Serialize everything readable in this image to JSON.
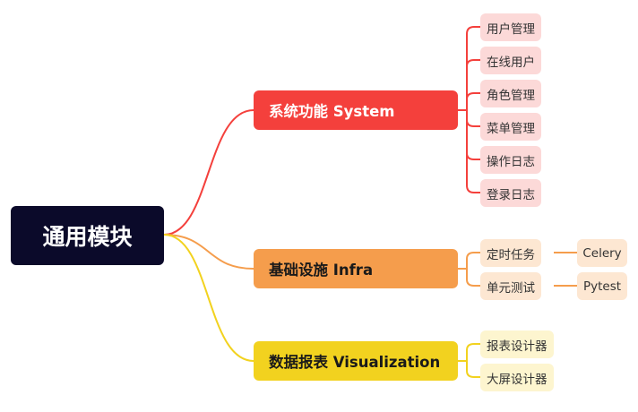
{
  "root": {
    "label": "通用模块"
  },
  "branches": {
    "system": {
      "label": "系统功能 System",
      "color": "#f4403c",
      "items": [
        "用户管理",
        "在线用户",
        "角色管理",
        "菜单管理",
        "操作日志",
        "登录日志"
      ]
    },
    "infra": {
      "label": "基础设施 Infra",
      "color": "#f59d4c",
      "items": [
        "定时任务",
        "单元测试"
      ],
      "tech": [
        "Celery",
        "Pytest"
      ]
    },
    "visualization": {
      "label": "数据报表 Visualization",
      "color": "#f2d21f",
      "items": [
        "报表设计器",
        "大屏设计器"
      ]
    }
  }
}
